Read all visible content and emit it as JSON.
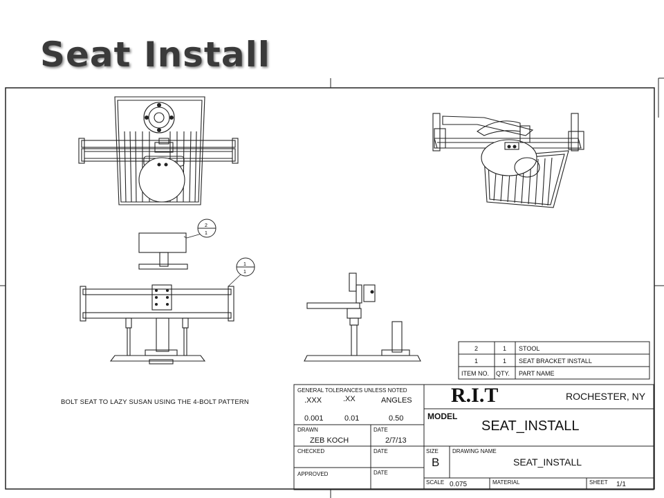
{
  "slide": {
    "title": "Seat Install"
  },
  "note": "BOLT SEAT TO LAZY SUSAN USING THE 4-BOLT PATTERN",
  "balloons": [
    {
      "item": "2",
      "qty": "1"
    },
    {
      "item": "1",
      "qty": "1"
    }
  ],
  "bom": {
    "rows": [
      {
        "item": "2",
        "qty": "1",
        "part": "STOOL"
      },
      {
        "item": "1",
        "qty": "1",
        "part": "SEAT BRACKET INSTALL"
      }
    ],
    "header": {
      "item": "ITEM NO.",
      "qty": "QTY.",
      "part": "PART NAME"
    }
  },
  "title_block": {
    "tolerances_label": "GENERAL TOLERANCES UNLESS NOTED",
    "tol_headers": [
      ".XXX",
      ".XX",
      "ANGLES"
    ],
    "tol_values": [
      "0.001",
      "0.01",
      "0.50"
    ],
    "drawn_label": "DRAWN",
    "drawn_by": "ZEB KOCH",
    "date_label": "DATE",
    "drawn_date": "2/7/13",
    "checked_label": "CHECKED",
    "approved_label": "APPROVED",
    "company": "R.I.T",
    "location": "ROCHESTER, NY",
    "model_label": "MODEL",
    "model_name": "SEAT_INSTALL",
    "size_label": "SIZE",
    "size": "B",
    "drawing_name_label": "DRAWING NAME",
    "drawing_name": "SEAT_INSTALL",
    "scale_label": "SCALE",
    "scale": "0.075",
    "material_label": "MATERIAL",
    "sheet_label": "SHEET",
    "sheet": "1/1"
  }
}
